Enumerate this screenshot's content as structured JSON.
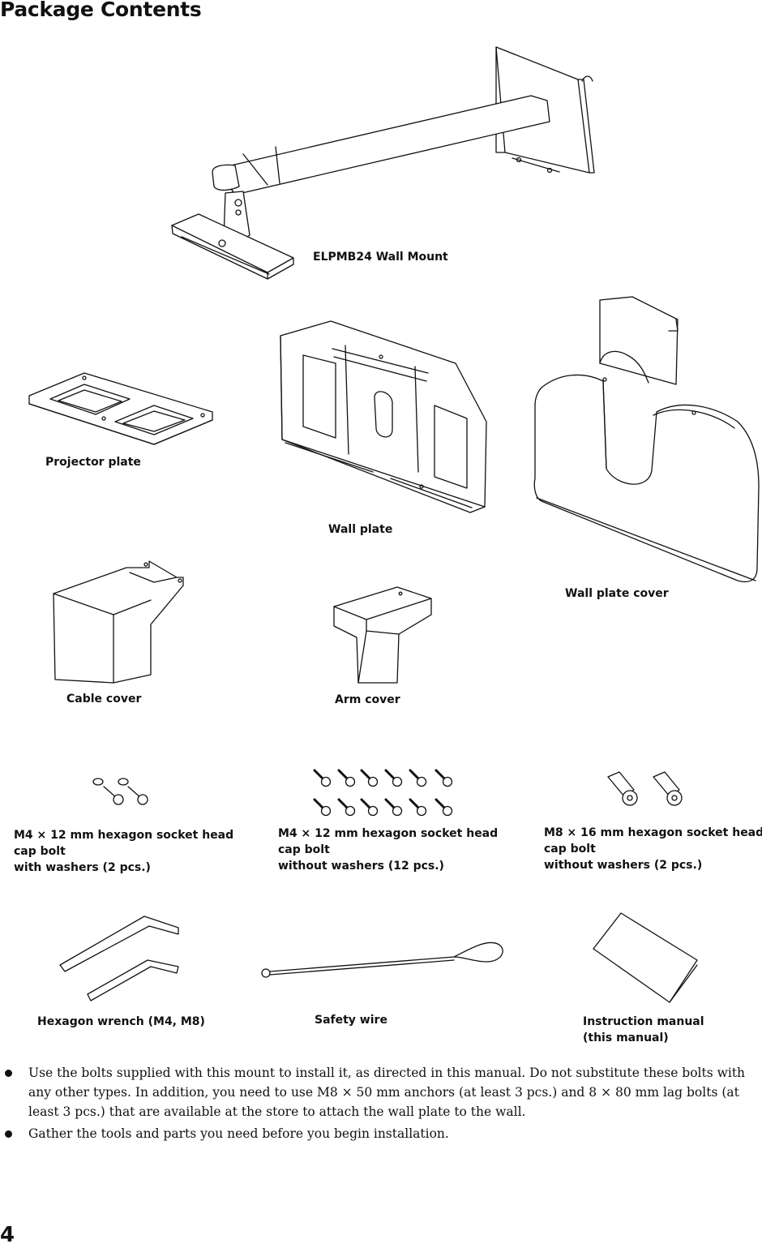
{
  "page": {
    "title": "Package Contents",
    "page_number": "4"
  },
  "items": {
    "wall_mount": "ELPMB24 Wall Mount",
    "projector_plate": "Projector plate",
    "wall_plate": "Wall plate",
    "wall_plate_cover": "Wall plate cover",
    "cable_cover": "Cable cover",
    "arm_cover": "Arm cover",
    "bolt_m4_washers": [
      "M4 × 12 mm hexagon socket head",
      "cap bolt",
      "with washers (2 pcs.)"
    ],
    "bolt_m4_no_washers": [
      "M4 × 12 mm hexagon socket head",
      "cap bolt",
      "without washers (12 pcs.)"
    ],
    "bolt_m8": [
      "M8 × 16 mm hexagon socket head",
      "cap bolt",
      "without washers (2 pcs.)"
    ],
    "hex_wrench": "Hexagon wrench (M4, M8)",
    "safety_wire": "Safety wire",
    "manual": [
      "Instruction manual",
      "(this manual)"
    ]
  },
  "notes": [
    "Use the bolts supplied with this mount to install it, as directed in this manual. Do not substitute these bolts with any other types. In addition, you need to use M8 × 50 mm anchors (at least 3 pcs.) and 8 × 80 mm lag bolts (at least 3 pcs.) that are available at the store to attach the wall plate to the wall.",
    "Gather the tools and parts you need before you begin installation."
  ]
}
